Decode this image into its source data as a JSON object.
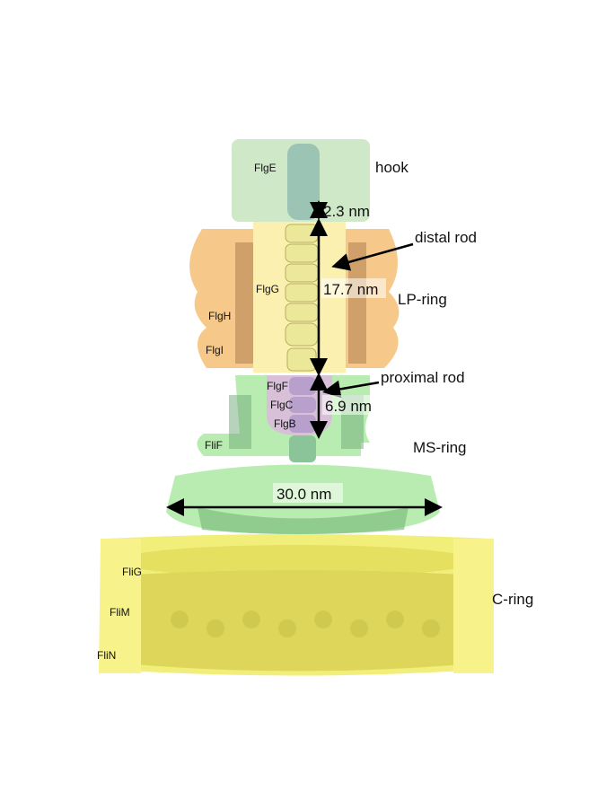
{
  "labels": {
    "flge": "FlgE",
    "hook": "hook",
    "dim_hook_gap": "2.3 nm",
    "distal_rod": "distal rod",
    "flgg": "FlgG",
    "dim_distal": "17.7 nm",
    "lp_ring": "LP-ring",
    "flgh": "FlgH",
    "flgi": "FlgI",
    "flgf": "FlgF",
    "proximal_rod": "proximal rod",
    "flgc": "FlgC",
    "dim_proximal": "6.9 nm",
    "flgb": "FlgB",
    "flif": "FliF",
    "ms_ring": "MS-ring",
    "dim_ms_width": "30.0 nm",
    "flig": "FliG",
    "flim": "FliM",
    "flin": "FliN",
    "c_ring": "C-ring"
  },
  "colors": {
    "hook_green": "#cfe8c8",
    "ms_green": "#b9ecb0",
    "distal_yellow": "#fbf0b0",
    "lp_orange": "#f6c98a",
    "proximal_purple": "#d8c0d8",
    "c_ring_yellow": "#f2ee7a"
  }
}
